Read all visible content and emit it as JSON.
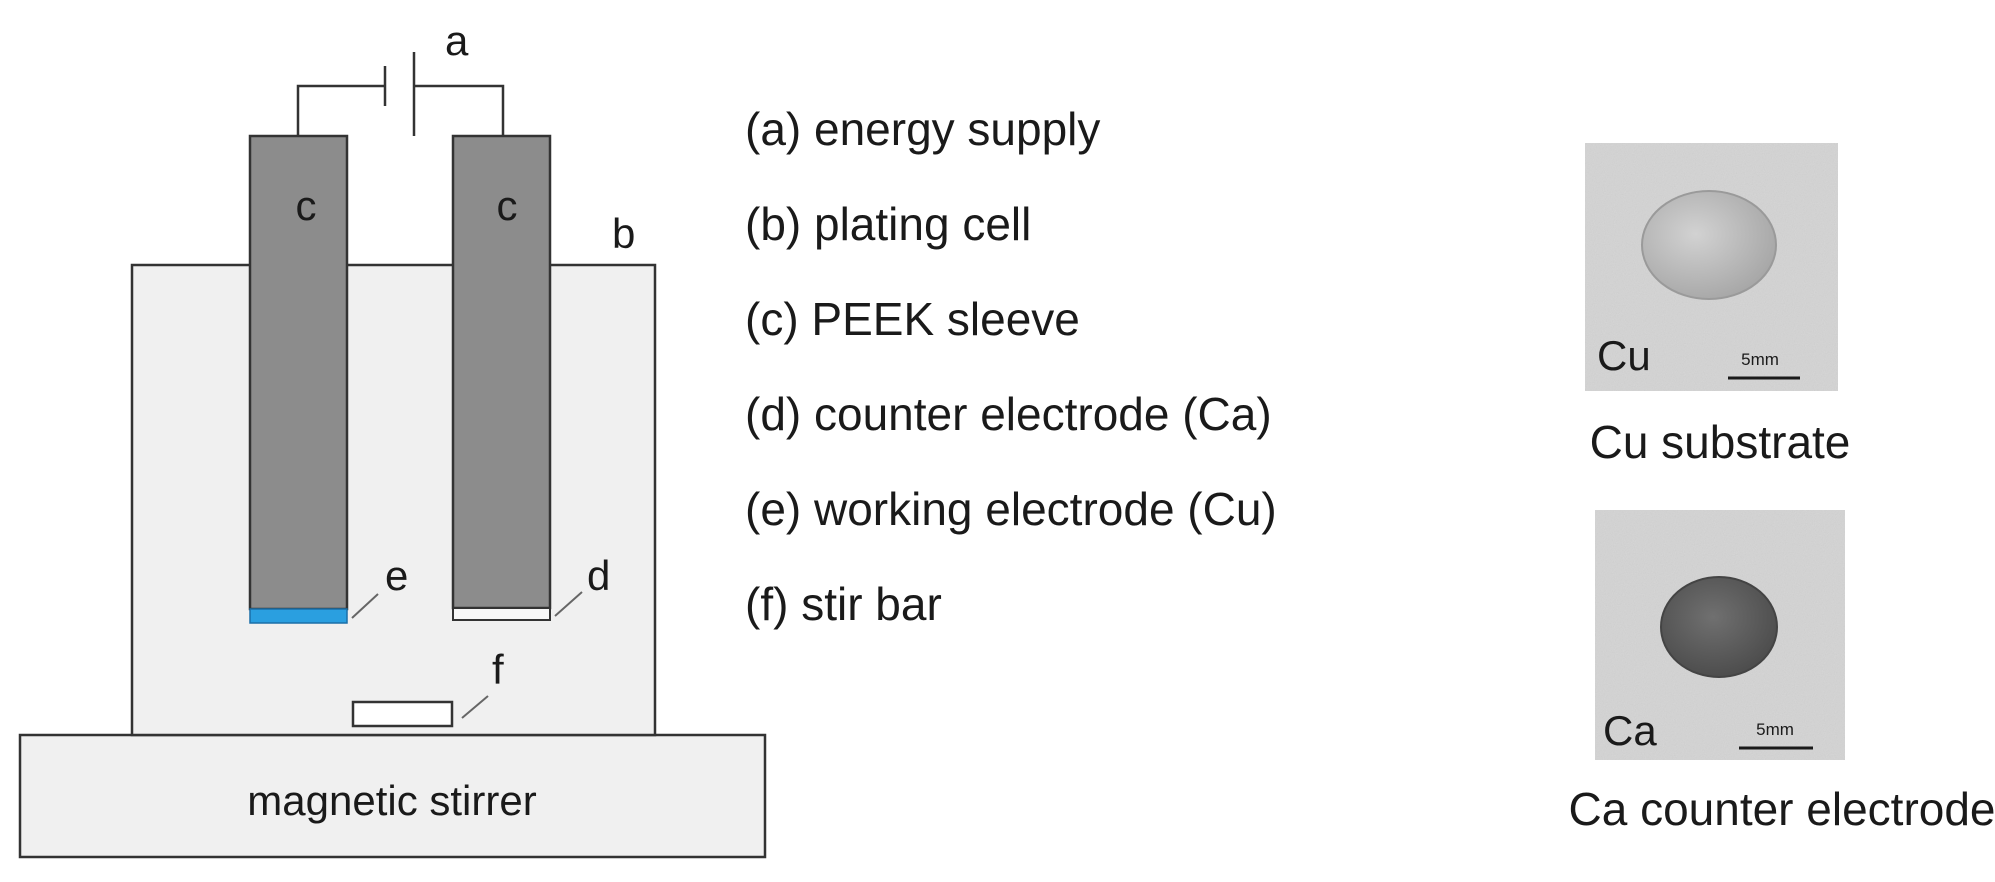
{
  "labels": {
    "a": "a",
    "b": "b",
    "c_left": "c",
    "c_right": "c",
    "d": "d",
    "e": "e",
    "f": "f",
    "stirrer": "magnetic stirrer"
  },
  "legend": [
    "(a) energy supply",
    "(b) plating cell",
    "(c) PEEK sleeve",
    "(d) counter electrode (Ca)",
    "(e) working electrode (Cu)",
    "(f)  stir bar"
  ],
  "photos": {
    "cu": {
      "label": "Cu",
      "scale": "5mm",
      "caption": "Cu substrate"
    },
    "ca": {
      "label": "Ca",
      "scale": "5mm",
      "caption": "Ca counter electrode"
    }
  },
  "colors": {
    "sleeve": "#8c8c8c",
    "cell": "#f0f0f0",
    "stirrer": "#f0f0f0",
    "working_electrode": "#2a9fe0",
    "photo_bg": "#d6d6d6",
    "cu_disc": "#bdbdbd",
    "ca_disc": "#5e5e5e"
  }
}
